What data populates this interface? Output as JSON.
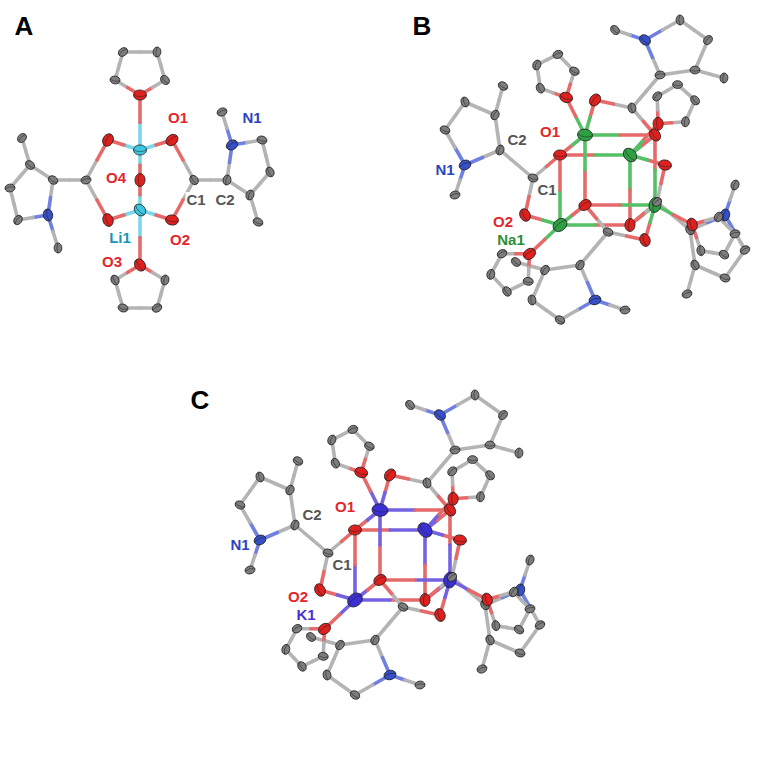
{
  "diagram": {
    "labels": [
      "A",
      "O1",
      "O4",
      "N1",
      "C2",
      "C1",
      "O2",
      "Li1",
      "O3",
      "B",
      "C2",
      "O1",
      "N1",
      "C1",
      "O2",
      "Na1",
      "C",
      "C2",
      "O1",
      "N1",
      "C1",
      "O2",
      "K1"
    ]
  }
}
